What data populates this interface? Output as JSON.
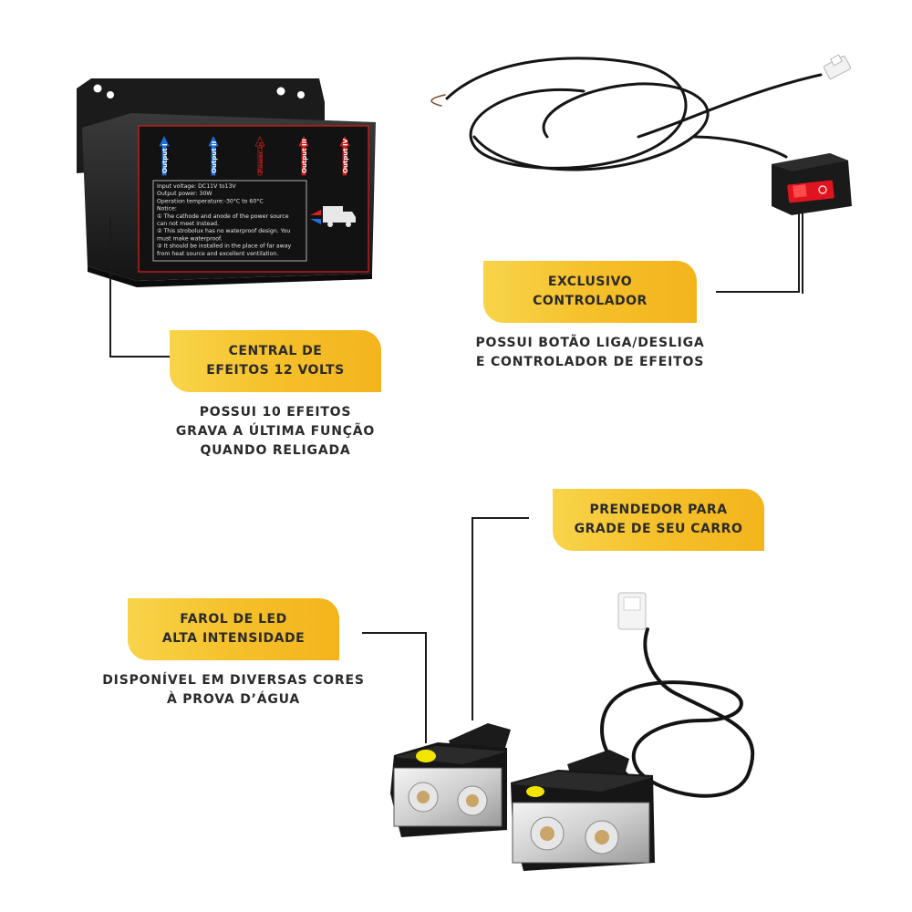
{
  "callouts": {
    "central": {
      "title": "CENTRAL DE\nEFEITOS 12 VOLTS",
      "caption": "POSSUI 10 EFEITOS\nGRAVA A ÚLTIMA FUNÇÃO\nQUANDO RELIGADA"
    },
    "controlador": {
      "title": "EXCLUSIVO\nCONTROLADOR",
      "caption": "POSSUI BOTÃO LIGA/DESLIGA\nE CONTROLADOR DE EFEITOS"
    },
    "prendedor": {
      "title": "PRENDEDOR PARA\nGRADE DE SEU CARRO"
    },
    "farol": {
      "title": "FAROL DE LED\nALTA INTENSIDADE",
      "caption": "DISPONÍVEL EM DIVERSAS CORES\nÀ PROVA D’ÁGUA"
    }
  },
  "control_box": {
    "outputs": [
      "Output I",
      "Output II",
      "Power in",
      "Output III",
      "Output IV"
    ],
    "output_colors": [
      "#1e6fd9",
      "#1e6fd9",
      "#b51c1c",
      "#d41b1b",
      "#d41b1b"
    ],
    "label_lines": [
      "Input voltage: DC11V to13V",
      "Output power: 30W",
      "Operation temperature:-30°C to 60°C",
      "Notice:",
      "① The cathode and anode of the power source",
      "can not meet instead.",
      "② This strobolux has no waterproof design. You",
      "must make waterproof.",
      "③ It should be installed in the place of far away",
      "from heat source and excellent ventilation."
    ]
  },
  "colors": {
    "badge_yellow": "#f5c02a",
    "switch_red": "#e0141e",
    "led_marker_yellow": "#f2e600"
  }
}
